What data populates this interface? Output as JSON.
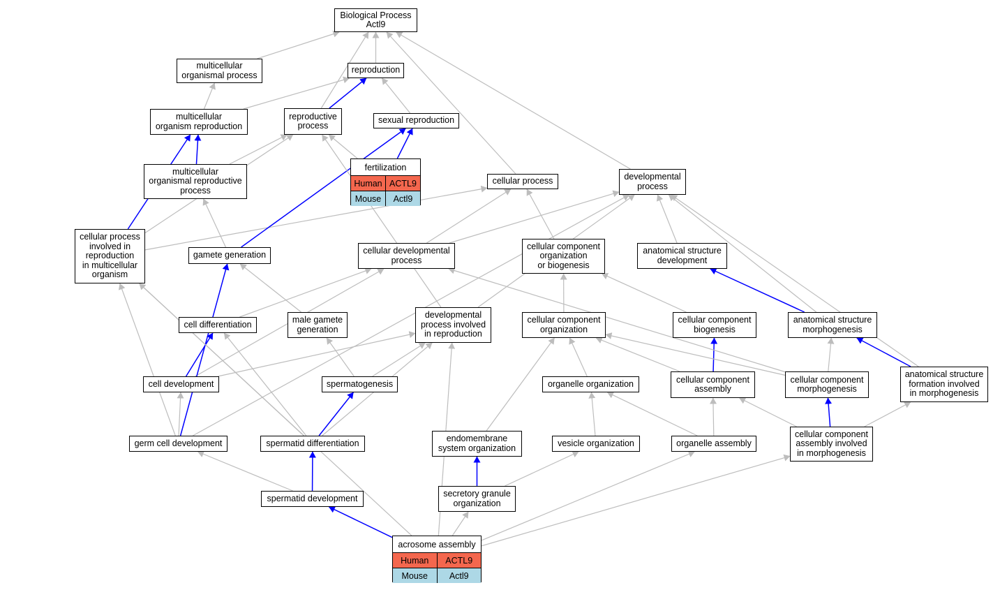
{
  "colors": {
    "edge_gray": "#bdbdbd",
    "edge_blue": "#0000ff",
    "human_row": "#f4674e",
    "mouse_row": "#add8e6"
  },
  "nodes": {
    "bp": "Biological Process\nActl9",
    "mop": "multicellular\norganismal process",
    "repro": "reproduction",
    "mor": "multicellular\norganism reproduction",
    "rp": "reproductive\nprocess",
    "sr": "sexual reproduction",
    "morp": "multicellular\norganismal reproductive\nprocess",
    "cp": "cellular process",
    "dp": "developmental\nprocess",
    "cpir": "cellular process\ninvolved in\nreproduction\nin multicellular\norganism",
    "gg": "gamete generation",
    "cdp": "cellular developmental\nprocess",
    "ccob": "cellular component\norganization\nor biogenesis",
    "asd": "anatomical structure\ndevelopment",
    "cdiff": "cell differentiation",
    "mgg": "male gamete\ngeneration",
    "dpir": "developmental\nprocess involved\nin reproduction",
    "cco": "cellular component\norganization",
    "ccb": "cellular component\nbiogenesis",
    "asm": "anatomical structure\nmorphogenesis",
    "cdev": "cell development",
    "sperm": "spermatogenesis",
    "oo": "organelle organization",
    "cca": "cellular component\nassembly",
    "ccm": "cellular component\nmorphogenesis",
    "asf": "anatomical structure\nformation involved\nin morphogenesis",
    "gcd": "germ cell development",
    "sdiff": "spermatid differentiation",
    "eso": "endomembrane\nsystem organization",
    "vo": "vesicle organization",
    "oa": "organelle assembly",
    "ccaim": "cellular component\nassembly involved\nin morphogenesis",
    "sdev": "spermatid development",
    "sgo": "secretory granule\norganization"
  },
  "gene_tables": {
    "fert": {
      "title": "fertilization",
      "rows": [
        {
          "species": "Human",
          "gene": "ACTL9"
        },
        {
          "species": "Mouse",
          "gene": "Actl9"
        }
      ]
    },
    "acro": {
      "title": "acrosome assembly",
      "rows": [
        {
          "species": "Human",
          "gene": "ACTL9"
        },
        {
          "species": "Mouse",
          "gene": "Actl9"
        }
      ]
    }
  },
  "edges": [
    {
      "from": "mop",
      "to": "bp",
      "type": "is_a"
    },
    {
      "from": "repro",
      "to": "bp",
      "type": "is_a"
    },
    {
      "from": "rp",
      "to": "bp",
      "type": "is_a"
    },
    {
      "from": "cp",
      "to": "bp",
      "type": "is_a"
    },
    {
      "from": "dp",
      "to": "bp",
      "type": "is_a"
    },
    {
      "from": "mor",
      "to": "mop",
      "type": "is_a"
    },
    {
      "from": "mor",
      "to": "repro",
      "type": "is_a"
    },
    {
      "from": "rp",
      "to": "repro",
      "type": "part_of"
    },
    {
      "from": "sr",
      "to": "repro",
      "type": "is_a"
    },
    {
      "from": "morp",
      "to": "mor",
      "type": "part_of"
    },
    {
      "from": "morp",
      "to": "rp",
      "type": "is_a"
    },
    {
      "from": "fert",
      "to": "rp",
      "type": "is_a"
    },
    {
      "from": "fert",
      "to": "sr",
      "type": "part_of"
    },
    {
      "from": "cpir",
      "to": "mor",
      "type": "part_of"
    },
    {
      "from": "cpir",
      "to": "rp",
      "type": "is_a"
    },
    {
      "from": "cpir",
      "to": "cp",
      "type": "is_a"
    },
    {
      "from": "gg",
      "to": "morp",
      "type": "is_a"
    },
    {
      "from": "gg",
      "to": "sr",
      "type": "part_of"
    },
    {
      "from": "cdp",
      "to": "cp",
      "type": "is_a"
    },
    {
      "from": "cdp",
      "to": "dp",
      "type": "is_a"
    },
    {
      "from": "ccob",
      "to": "cp",
      "type": "is_a"
    },
    {
      "from": "asd",
      "to": "dp",
      "type": "is_a"
    },
    {
      "from": "dpir",
      "to": "rp",
      "type": "is_a"
    },
    {
      "from": "dpir",
      "to": "dp",
      "type": "is_a"
    },
    {
      "from": "cdiff",
      "to": "cdp",
      "type": "is_a"
    },
    {
      "from": "mgg",
      "to": "gg",
      "type": "is_a"
    },
    {
      "from": "cco",
      "to": "ccob",
      "type": "is_a"
    },
    {
      "from": "ccb",
      "to": "ccob",
      "type": "is_a"
    },
    {
      "from": "asm",
      "to": "asd",
      "type": "part_of"
    },
    {
      "from": "asm",
      "to": "dp",
      "type": "is_a"
    },
    {
      "from": "asf",
      "to": "asm",
      "type": "part_of"
    },
    {
      "from": "asf",
      "to": "dp",
      "type": "is_a"
    },
    {
      "from": "cdev",
      "to": "cdiff",
      "type": "part_of"
    },
    {
      "from": "cdev",
      "to": "cdp",
      "type": "is_a"
    },
    {
      "from": "cdev",
      "to": "dpir",
      "type": "is_a"
    },
    {
      "from": "sperm",
      "to": "mgg",
      "type": "is_a"
    },
    {
      "from": "sperm",
      "to": "dpir",
      "type": "is_a"
    },
    {
      "from": "oo",
      "to": "cco",
      "type": "is_a"
    },
    {
      "from": "cca",
      "to": "cco",
      "type": "is_a"
    },
    {
      "from": "cca",
      "to": "ccb",
      "type": "part_of"
    },
    {
      "from": "ccm",
      "to": "cco",
      "type": "is_a"
    },
    {
      "from": "ccm",
      "to": "asm",
      "type": "is_a"
    },
    {
      "from": "ccm",
      "to": "cdp",
      "type": "is_a"
    },
    {
      "from": "gcd",
      "to": "cdev",
      "type": "is_a"
    },
    {
      "from": "gcd",
      "to": "gg",
      "type": "part_of"
    },
    {
      "from": "gcd",
      "to": "cpir",
      "type": "is_a"
    },
    {
      "from": "gcd",
      "to": "dp",
      "type": "is_a"
    },
    {
      "from": "sdiff",
      "to": "sperm",
      "type": "part_of"
    },
    {
      "from": "sdiff",
      "to": "cdiff",
      "type": "is_a"
    },
    {
      "from": "sdiff",
      "to": "dpir",
      "type": "is_a"
    },
    {
      "from": "sdiff",
      "to": "cpir",
      "type": "is_a"
    },
    {
      "from": "eso",
      "to": "cco",
      "type": "is_a"
    },
    {
      "from": "vo",
      "to": "oo",
      "type": "is_a"
    },
    {
      "from": "oa",
      "to": "oo",
      "type": "is_a"
    },
    {
      "from": "oa",
      "to": "cca",
      "type": "is_a"
    },
    {
      "from": "ccaim",
      "to": "cca",
      "type": "is_a"
    },
    {
      "from": "ccaim",
      "to": "ccm",
      "type": "part_of"
    },
    {
      "from": "ccaim",
      "to": "asf",
      "type": "is_a"
    },
    {
      "from": "sdev",
      "to": "sdiff",
      "type": "part_of"
    },
    {
      "from": "sdev",
      "to": "gcd",
      "type": "is_a"
    },
    {
      "from": "sgo",
      "to": "eso",
      "type": "part_of"
    },
    {
      "from": "sgo",
      "to": "vo",
      "type": "is_a"
    },
    {
      "from": "acro",
      "to": "sdev",
      "type": "part_of"
    },
    {
      "from": "acro",
      "to": "sgo",
      "type": "is_a"
    },
    {
      "from": "acro",
      "to": "oa",
      "type": "is_a"
    },
    {
      "from": "acro",
      "to": "ccaim",
      "type": "is_a"
    },
    {
      "from": "acro",
      "to": "dpir",
      "type": "is_a"
    },
    {
      "from": "acro",
      "to": "cpir",
      "type": "is_a"
    }
  ]
}
